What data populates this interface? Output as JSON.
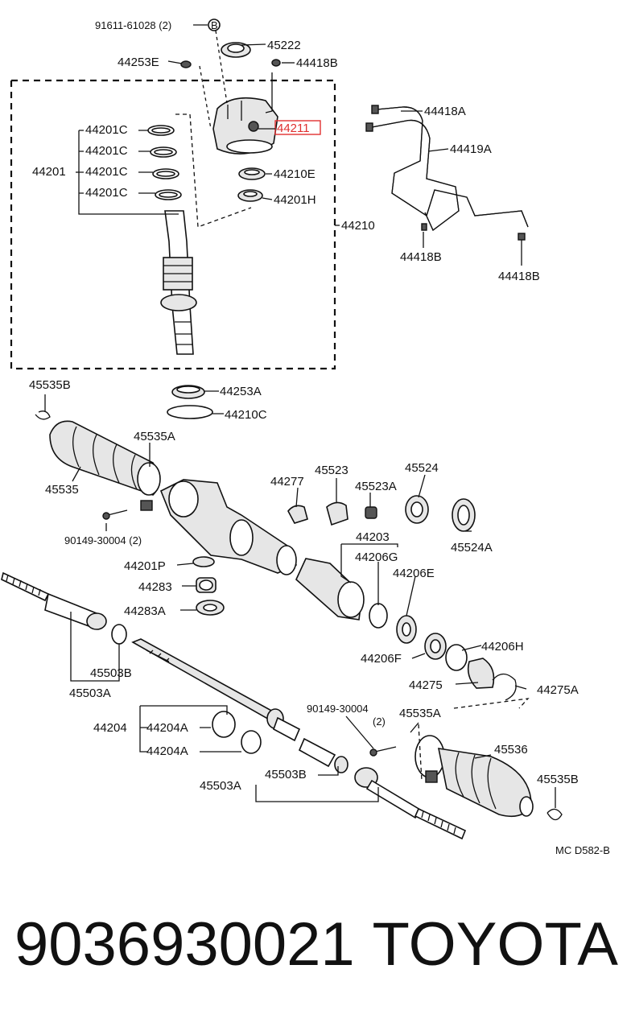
{
  "labels": {
    "l91611": "91611-61028 (2)",
    "lB": "B",
    "l45222": "45222",
    "l44253E": "44253E",
    "l44418B_top": "44418B",
    "l44211": "44211",
    "l44418A": "44418A",
    "l44419A": "44419A",
    "l44201C_1": "44201C",
    "l44201C_2": "44201C",
    "l44201C_3": "44201C",
    "l44201C_4": "44201C",
    "l44201": "44201",
    "l44210E": "44210E",
    "l44201H": "44201H",
    "l44210": "44210",
    "l44418B_mid": "44418B",
    "l44418B_right": "44418B",
    "l45535B_left": "45535B",
    "l44253A": "44253A",
    "l44210C": "44210C",
    "l45535A_left": "45535A",
    "l45535": "45535",
    "l44277": "44277",
    "l45523": "45523",
    "l45523A": "45523A",
    "l45524": "45524",
    "l90149_left": "90149-30004 (2)",
    "l45524A": "45524A",
    "l44203": "44203",
    "l44206G": "44206G",
    "l44201P": "44201P",
    "l44206E": "44206E",
    "l44283": "44283",
    "l44283A": "44283A",
    "l44206H": "44206H",
    "l44206F": "44206F",
    "l45503B_left": "45503B",
    "l45503A_left": "45503A",
    "l44275": "44275",
    "l44275A": "44275A",
    "l90149_right": "90149-30004",
    "l90149_right_qty": "(2)",
    "l45535A_right": "45535A",
    "l44204": "44204",
    "l44204A_1": "44204A",
    "l44204A_2": "44204A",
    "l45536": "45536",
    "l45535B_right": "45535B",
    "l45503A_right": "45503A",
    "l45503B_right": "45503B",
    "lMC": "MC D582-B"
  },
  "highlight_color": "#e03030",
  "footer": {
    "part_number": "9036930021",
    "brand": "TOYOTA"
  }
}
